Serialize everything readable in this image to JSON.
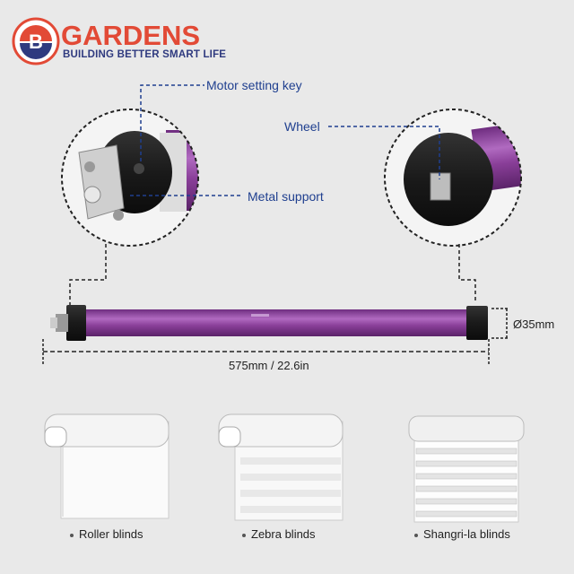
{
  "brand": {
    "name": "GARDENS",
    "tagline": "BUILDING BETTER SMART LIFE",
    "colors": {
      "red": "#e24a36",
      "navy": "#2f3a7f"
    }
  },
  "callouts": {
    "motor_setting_key": "Motor setting key",
    "metal_support": "Metal support",
    "wheel": "Wheel"
  },
  "dimensions": {
    "length": "575mm / 22.6in",
    "diameter": "Ø35mm"
  },
  "blinds": [
    {
      "label": "Roller blinds"
    },
    {
      "label": "Zebra blinds"
    },
    {
      "label": "Shangri-la blinds"
    }
  ],
  "colors": {
    "tube": "#8a3f99",
    "callout": "#1f3f8f"
  }
}
